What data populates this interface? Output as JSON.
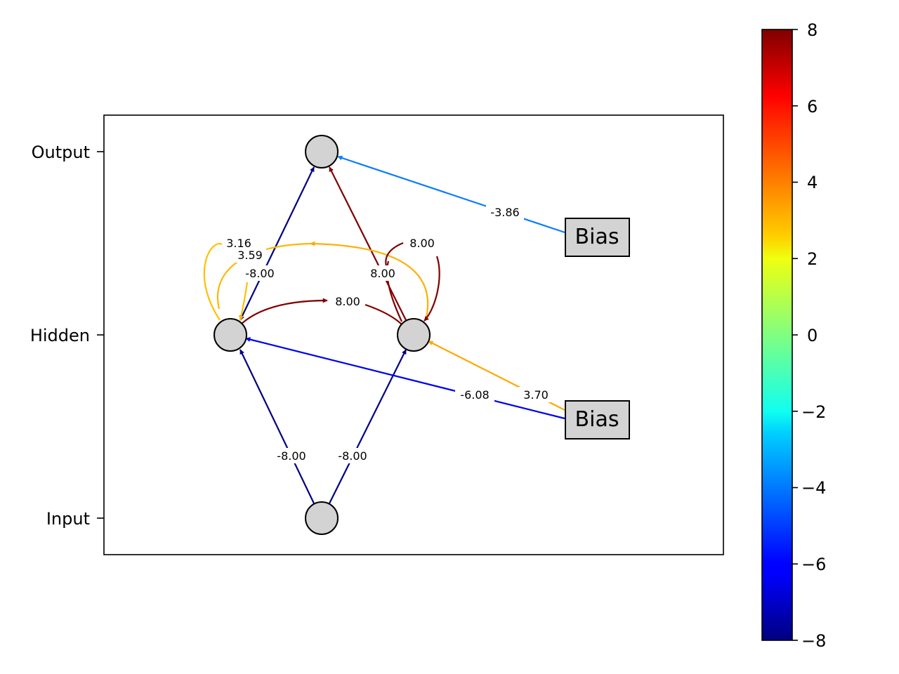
{
  "layers": {
    "output": "Output",
    "hidden": "Hidden",
    "input": "Input"
  },
  "bias_nodes": {
    "top": "Bias",
    "bottom": "Bias"
  },
  "edges": [
    {
      "id": "input-to-hidden1",
      "from": "Input",
      "to": "Hidden 1",
      "weight": -8.0,
      "label": "-8.00",
      "color": "#000080"
    },
    {
      "id": "input-to-hidden2",
      "from": "Input",
      "to": "Hidden 2",
      "weight": -8.0,
      "label": "-8.00",
      "color": "#000080"
    },
    {
      "id": "hidden1-to-output",
      "from": "Hidden 1",
      "to": "Output",
      "weight": -8.0,
      "label": "-8.00",
      "color": "#000080"
    },
    {
      "id": "hidden2-to-output",
      "from": "Hidden 2",
      "to": "Output",
      "weight": 8.0,
      "label": "8.00",
      "color": "#800000"
    },
    {
      "id": "hidden1-to-hidden2",
      "from": "Hidden 1",
      "to": "Hidden 2",
      "weight": 8.0,
      "label": "8.00",
      "color": "#800000"
    },
    {
      "id": "hidden2-to-hidden1",
      "from": "Hidden 2",
      "to": "Hidden 1",
      "weight": 3.59,
      "label": "3.59",
      "color": "#ffb000"
    },
    {
      "id": "hidden1-self-loop",
      "from": "Hidden 1",
      "to": "Hidden 1",
      "weight": 3.16,
      "label": "3.16",
      "color": "#ffc000"
    },
    {
      "id": "hidden2-self-loop",
      "from": "Hidden 2",
      "to": "Hidden 2",
      "weight": 8.0,
      "label": "8.00",
      "color": "#800000"
    },
    {
      "id": "bias-to-output",
      "from": "Bias (top)",
      "to": "Output",
      "weight": -3.86,
      "label": "-3.86",
      "color": "#0a7cff"
    },
    {
      "id": "bias-to-hidden1",
      "from": "Bias (bottom)",
      "to": "Hidden 1",
      "weight": -6.08,
      "label": "-6.08",
      "color": "#0000f0"
    },
    {
      "id": "bias-to-hidden2",
      "from": "Bias (bottom)",
      "to": "Hidden 2",
      "weight": 3.7,
      "label": "3.70",
      "color": "#ffa800"
    }
  ],
  "colorbar": {
    "colormap": "jet",
    "min": -8,
    "max": 8,
    "ticks": [
      "8",
      "6",
      "4",
      "2",
      "0",
      "−2",
      "−4",
      "−6",
      "−8"
    ]
  },
  "colors": {
    "node_fill": "#d3d3d3",
    "node_stroke": "#000000",
    "bias_fill": "#d3d3d3"
  }
}
